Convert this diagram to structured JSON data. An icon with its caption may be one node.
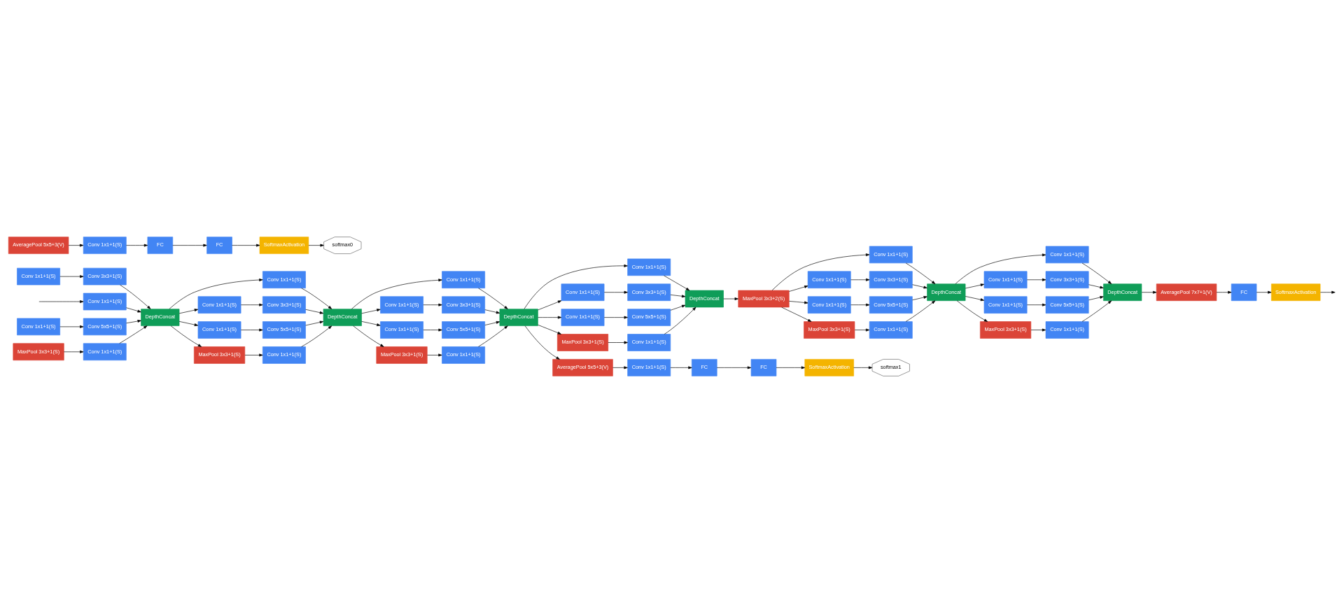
{
  "diagram": {
    "nodes": [
      {
        "text": [
          "Conv 1x1+1(S)"
        ]
      },
      {
        "text": [
          "Conv 1x1+1(S)"
        ]
      },
      {
        "text": [
          "MaxPool 3x3+1(S)"
        ]
      },
      {
        "text": [
          "AveragePool 5x5+3(V)"
        ]
      },
      {
        "text": [
          "Conv 1x1+1(S)"
        ]
      },
      {
        "text": [
          "Conv 3x3+1(S)"
        ]
      },
      {
        "text": [
          "Conv 5x5+1(S)"
        ]
      },
      {
        "text": [
          "Conv 1x1+1(S)"
        ]
      },
      {
        "text": [
          "Conv 1x1+1(S)"
        ]
      },
      {
        "text": [
          "DepthConcat"
        ]
      },
      {
        "text": [
          "FC"
        ]
      },
      {
        "text": [
          "Conv 1x1+1(S)"
        ]
      },
      {
        "text": [
          "Conv 1x1+1(S)"
        ]
      },
      {
        "text": [
          "Conv 1x1+1(S)"
        ]
      },
      {
        "text": [
          "MaxPool 3x3+1(S)"
        ]
      },
      {
        "text": [
          "FC"
        ]
      },
      {
        "text": [
          "Conv 3x3+1(S)"
        ]
      },
      {
        "text": [
          "Conv 5x5+1(S)"
        ]
      },
      {
        "text": [
          "Conv 1x1+1(S)"
        ]
      },
      {
        "text": [
          "SoftmaxActivation"
        ]
      },
      {
        "text": [
          "softmax0"
        ]
      },
      {
        "text": [
          "DepthConcat"
        ]
      },
      {
        "text": [
          "Conv 1x1+1(S)"
        ]
      },
      {
        "text": [
          "Conv 1x1+1(S)"
        ]
      },
      {
        "text": [
          "Conv 1x1+1(S)"
        ]
      },
      {
        "text": [
          "MaxPool 3x3+1(S)"
        ]
      },
      {
        "text": [
          "Conv 3x3+1(S)"
        ]
      },
      {
        "text": [
          "Conv 5x5+1(S)"
        ]
      },
      {
        "text": [
          "Conv 1x1+1(S)"
        ]
      },
      {
        "text": [
          "DepthConcat"
        ]
      },
      {
        "text": [
          "Conv 1x1+1(S)"
        ]
      },
      {
        "text": [
          "Conv 1x1+1(S)"
        ]
      },
      {
        "text": [
          "Conv 1x1+1(S)"
        ]
      },
      {
        "text": [
          "MaxPool 3x3+1(S)"
        ]
      },
      {
        "text": [
          "AveragePool 5x5+3(V)"
        ]
      },
      {
        "text": [
          "Conv 3x3+1(S)"
        ]
      },
      {
        "text": [
          "Conv 5x5+1(S)"
        ]
      },
      {
        "text": [
          "Conv 1x1+1(S)"
        ]
      },
      {
        "text": [
          "Conv 1x1+1(S)"
        ]
      },
      {
        "text": [
          "FC"
        ]
      },
      {
        "text": [
          "FC"
        ]
      },
      {
        "text": [
          "SoftmaxActivation"
        ]
      },
      {
        "text": [
          "softmax1"
        ]
      },
      {
        "text": [
          "DepthConcat"
        ]
      },
      {
        "text": [
          "MaxPool 3x3+2(S)"
        ]
      },
      {
        "text": [
          "Conv 1x1+1(S)"
        ]
      },
      {
        "text": [
          "Conv 1x1+1(S)"
        ]
      },
      {
        "text": [
          "Conv 1x1+1(S)"
        ]
      },
      {
        "text": [
          "MaxPool 3x3+1(S)"
        ]
      },
      {
        "text": [
          "Conv 3x3+1(S)"
        ]
      },
      {
        "text": [
          "Conv 5x5+1(S)"
        ]
      },
      {
        "text": [
          "Conv 1x1+1(S)"
        ]
      },
      {
        "text": [
          "DepthConcat"
        ]
      },
      {
        "text": [
          "Conv 1x1+1(S)"
        ]
      },
      {
        "text": [
          "Conv 1x1+1(S)"
        ]
      },
      {
        "text": [
          "Conv 1x1+1(S)"
        ]
      },
      {
        "text": [
          "MaxPool 3x3+1(S)"
        ]
      },
      {
        "text": [
          "Conv 3x3+1(S)"
        ]
      },
      {
        "text": [
          "Conv 5x5+1(S)"
        ]
      },
      {
        "text": [
          "Conv 1x1+1(S)"
        ]
      },
      {
        "text": [
          "DepthConcat"
        ]
      },
      {
        "text": [
          "AveragePool 7x7+1(V)"
        ]
      },
      {
        "text": [
          "FC"
        ]
      },
      {
        "text": [
          "SoftmaxActivation"
        ]
      }
    ],
    "edges": [
      {
        "from": null,
        "to": 4,
        "arrow": "to"
      },
      {
        "from": 0,
        "to": 5,
        "arrow": "to"
      },
      {
        "from": 1,
        "to": 6,
        "arrow": "to"
      },
      {
        "from": 2,
        "to": 7,
        "arrow": "to"
      },
      {
        "from": 3,
        "to": 8,
        "arrow": "to"
      },
      {
        "from": 4,
        "to": 9,
        "arrow": "to"
      },
      {
        "from": 5,
        "to": 9,
        "arrow": "to"
      },
      {
        "from": 6,
        "to": 9,
        "arrow": "to"
      },
      {
        "from": 7,
        "to": 9,
        "arrow": "to"
      },
      {
        "from": 8,
        "to": 10,
        "arrow": "to"
      },
      {
        "from": 10,
        "to": 15,
        "arrow": "to"
      },
      {
        "from": 15,
        "to": 19,
        "arrow": "to"
      },
      {
        "from": 19,
        "to": 20,
        "arrow": "to"
      },
      {
        "from": 9,
        "to": 11,
        "arrow": "to"
      },
      {
        "from": 9,
        "to": 12,
        "arrow": "to"
      },
      {
        "from": 9,
        "to": 13,
        "arrow": "to"
      },
      {
        "from": 9,
        "to": 14,
        "arrow": "to"
      },
      {
        "from": 12,
        "to": 16,
        "arrow": "to"
      },
      {
        "from": 13,
        "to": 17,
        "arrow": "to"
      },
      {
        "from": 14,
        "to": 18,
        "arrow": "to"
      },
      {
        "from": 11,
        "to": 21,
        "arrow": "to"
      },
      {
        "from": 16,
        "to": 21,
        "arrow": "to"
      },
      {
        "from": 17,
        "to": 21,
        "arrow": "to"
      },
      {
        "from": 18,
        "to": 21,
        "arrow": "to"
      },
      {
        "from": 21,
        "to": 22,
        "arrow": "to"
      },
      {
        "from": 21,
        "to": 23,
        "arrow": "to"
      },
      {
        "from": 21,
        "to": 24,
        "arrow": "to"
      },
      {
        "from": 21,
        "to": 25,
        "arrow": "to"
      },
      {
        "from": 23,
        "to": 26,
        "arrow": "to"
      },
      {
        "from": 24,
        "to": 27,
        "arrow": "to"
      },
      {
        "from": 25,
        "to": 28,
        "arrow": "to"
      },
      {
        "from": 22,
        "to": 29,
        "arrow": "to"
      },
      {
        "from": 26,
        "to": 29,
        "arrow": "to"
      },
      {
        "from": 27,
        "to": 29,
        "arrow": "to"
      },
      {
        "from": 28,
        "to": 29,
        "arrow": "to"
      },
      {
        "from": 29,
        "to": 30,
        "arrow": "to"
      },
      {
        "from": 29,
        "to": 31,
        "arrow": "to"
      },
      {
        "from": 29,
        "to": 32,
        "arrow": "to"
      },
      {
        "from": 29,
        "to": 33,
        "arrow": "to"
      },
      {
        "from": 29,
        "to": 34,
        "arrow": "to"
      },
      {
        "from": 31,
        "to": 35,
        "arrow": "to"
      },
      {
        "from": 32,
        "to": 36,
        "arrow": "to"
      },
      {
        "from": 33,
        "to": 37,
        "arrow": "to"
      },
      {
        "from": 34,
        "to": 38,
        "arrow": "to"
      },
      {
        "from": 38,
        "to": 39,
        "arrow": "to"
      },
      {
        "from": 39,
        "to": 40,
        "arrow": "to"
      },
      {
        "from": 40,
        "to": 41,
        "arrow": "to"
      },
      {
        "from": 41,
        "to": 42,
        "arrow": "to"
      },
      {
        "from": 30,
        "to": 43,
        "arrow": "to"
      },
      {
        "from": 35,
        "to": 43,
        "arrow": "to"
      },
      {
        "from": 36,
        "to": 43,
        "arrow": "to"
      },
      {
        "from": 37,
        "to": 43,
        "arrow": "to"
      },
      {
        "from": 43,
        "to": 44,
        "arrow": "to"
      },
      {
        "from": 44,
        "to": 45,
        "arrow": "to"
      },
      {
        "from": 44,
        "to": 46,
        "arrow": "to"
      },
      {
        "from": 44,
        "to": 47,
        "arrow": "to"
      },
      {
        "from": 44,
        "to": 48,
        "arrow": "to"
      },
      {
        "from": 46,
        "to": 49,
        "arrow": "to"
      },
      {
        "from": 47,
        "to": 50,
        "arrow": "to"
      },
      {
        "from": 48,
        "to": 51,
        "arrow": "to"
      },
      {
        "from": 45,
        "to": 52,
        "arrow": "to"
      },
      {
        "from": 49,
        "to": 52,
        "arrow": "to"
      },
      {
        "from": 50,
        "to": 52,
        "arrow": "to"
      },
      {
        "from": 51,
        "to": 52,
        "arrow": "to"
      },
      {
        "from": 52,
        "to": 53,
        "arrow": "to"
      },
      {
        "from": 52,
        "to": 54,
        "arrow": "to"
      },
      {
        "from": 52,
        "to": 55,
        "arrow": "to"
      },
      {
        "from": 52,
        "to": 56,
        "arrow": "to"
      },
      {
        "from": 54,
        "to": 57,
        "arrow": "to"
      },
      {
        "from": 55,
        "to": 58,
        "arrow": "to"
      },
      {
        "from": 56,
        "to": 59,
        "arrow": "to"
      },
      {
        "from": 53,
        "to": 60,
        "arrow": "to"
      },
      {
        "from": 57,
        "to": 60,
        "arrow": "to"
      },
      {
        "from": 58,
        "to": 60,
        "arrow": "to"
      },
      {
        "from": 59,
        "to": 60,
        "arrow": "to"
      },
      {
        "from": 60,
        "to": 61,
        "arrow": "to"
      },
      {
        "from": 61,
        "to": 62,
        "arrow": "to"
      },
      {
        "from": 62,
        "to": 63,
        "arrow": "to"
      },
      {
        "from": 63,
        "to": null,
        "arrow": "to"
      }
    ]
  }
}
